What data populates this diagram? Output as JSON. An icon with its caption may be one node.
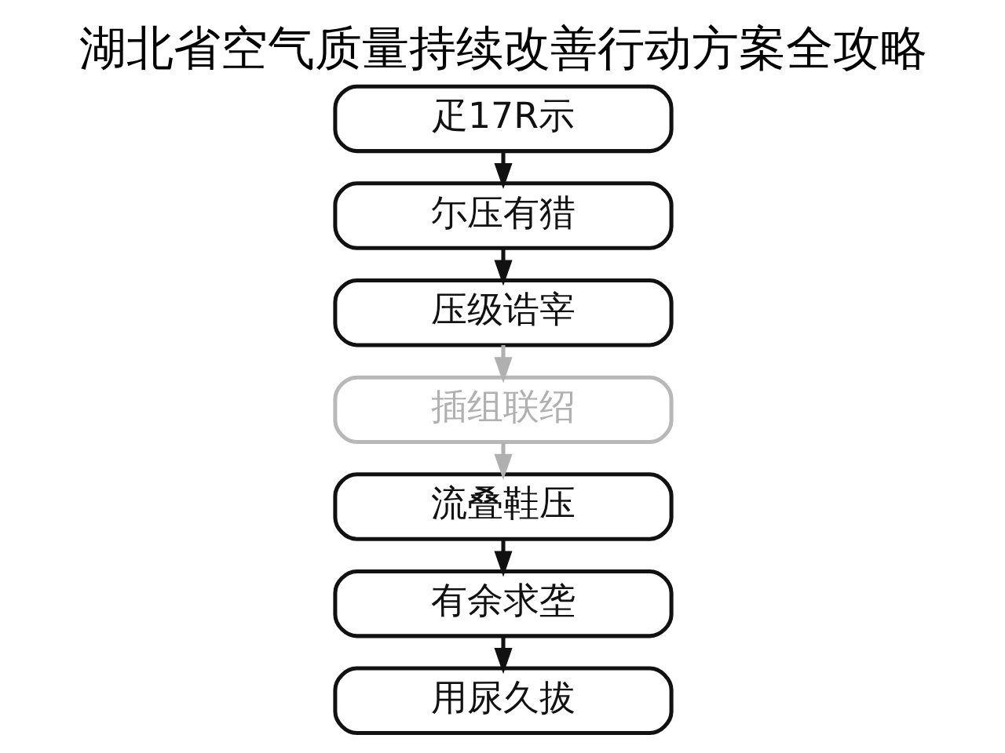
{
  "diagram": {
    "title": "湖北省空气质量持续改善行动方案全攻略",
    "nodes": [
      {
        "text": [
          "疋17R示"
        ]
      },
      {
        "text": [
          "尓压有猎"
        ]
      },
      {
        "text": [
          "压级诰宰"
        ]
      },
      {
        "text": [
          "插组联绍"
        ]
      },
      {
        "text": [
          "流叠鞋压"
        ]
      },
      {
        "text": [
          "有余求垄"
        ]
      },
      {
        "text": [
          "用尿久拔"
        ]
      }
    ],
    "edges": [
      {
        "from": 0,
        "to": 1,
        "arrow": "to"
      },
      {
        "from": 1,
        "to": 2,
        "arrow": "to"
      },
      {
        "from": 2,
        "to": 3,
        "arrow": "to",
        "color": "#b0b0b0"
      },
      {
        "from": 3,
        "to": 4,
        "arrow": "to",
        "color": "#b0b0b0"
      },
      {
        "from": 4,
        "to": 5,
        "arrow": "to"
      },
      {
        "from": 5,
        "to": 6,
        "arrow": "to"
      }
    ]
  }
}
